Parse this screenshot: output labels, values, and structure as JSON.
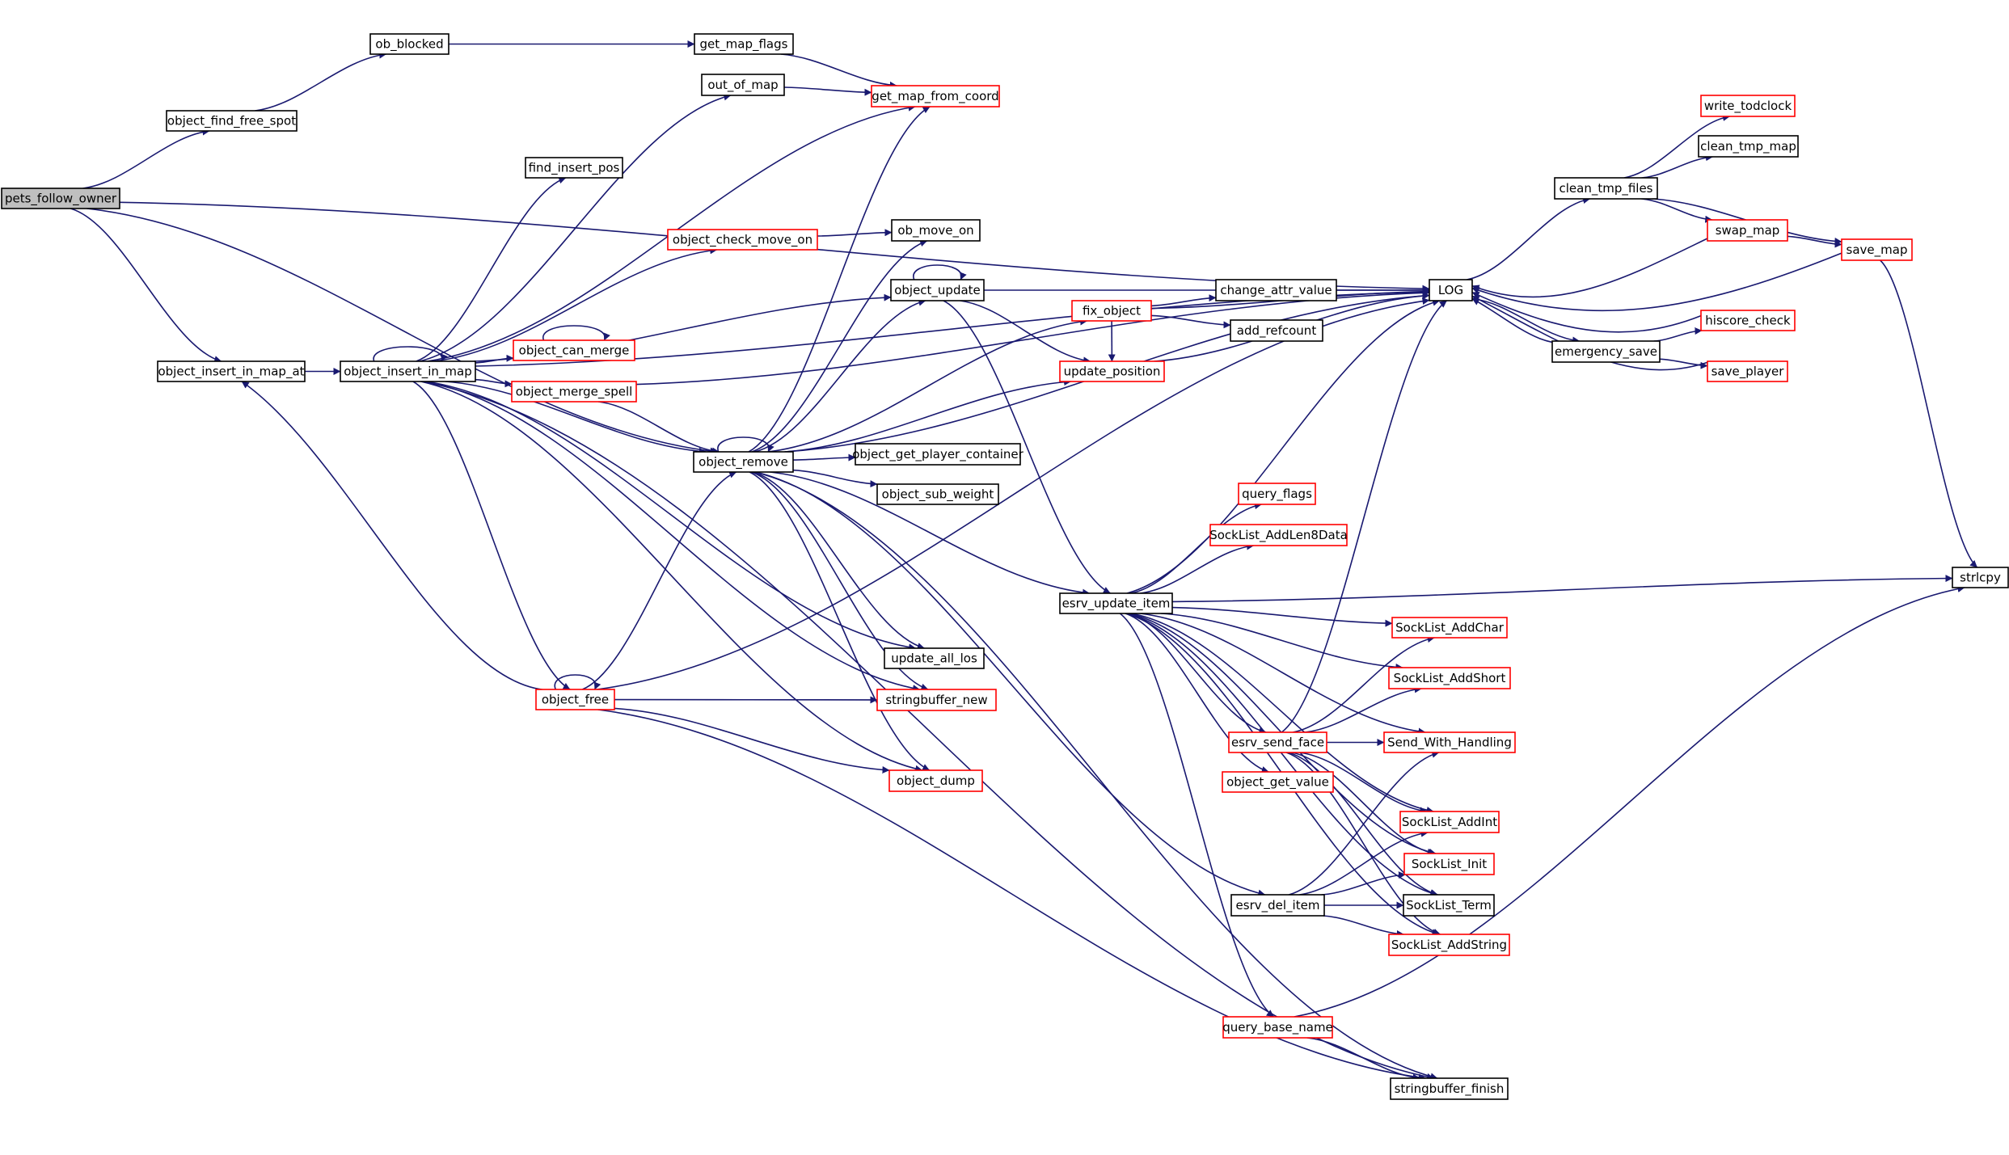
{
  "graph": {
    "nodes": [
      {
        "id": "pets_follow_owner",
        "label": "pets_follow_owner",
        "border": "root"
      },
      {
        "id": "object_find_free_spot",
        "label": "object_find_free_spot",
        "border": "black"
      },
      {
        "id": "ob_blocked",
        "label": "ob_blocked",
        "border": "black"
      },
      {
        "id": "get_map_flags",
        "label": "get_map_flags",
        "border": "black"
      },
      {
        "id": "get_map_from_coord",
        "label": "get_map_from_coord",
        "border": "red"
      },
      {
        "id": "out_of_map",
        "label": "out_of_map",
        "border": "black"
      },
      {
        "id": "find_insert_pos",
        "label": "find_insert_pos",
        "border": "black"
      },
      {
        "id": "object_check_move_on",
        "label": "object_check_move_on",
        "border": "red"
      },
      {
        "id": "ob_move_on",
        "label": "ob_move_on",
        "border": "black"
      },
      {
        "id": "object_update",
        "label": "object_update",
        "border": "black"
      },
      {
        "id": "object_can_merge",
        "label": "object_can_merge",
        "border": "red"
      },
      {
        "id": "object_insert_in_map_at",
        "label": "object_insert_in_map_at",
        "border": "black"
      },
      {
        "id": "object_insert_in_map",
        "label": "object_insert_in_map",
        "border": "black"
      },
      {
        "id": "object_merge_spell",
        "label": "object_merge_spell",
        "border": "red"
      },
      {
        "id": "object_remove",
        "label": "object_remove",
        "border": "black"
      },
      {
        "id": "object_get_player_container",
        "label": "object_get_player_container",
        "border": "black"
      },
      {
        "id": "object_sub_weight",
        "label": "object_sub_weight",
        "border": "black"
      },
      {
        "id": "update_all_los",
        "label": "update_all_los",
        "border": "black"
      },
      {
        "id": "object_free",
        "label": "object_free",
        "border": "red"
      },
      {
        "id": "stringbuffer_new",
        "label": "stringbuffer_new",
        "border": "red"
      },
      {
        "id": "object_dump",
        "label": "object_dump",
        "border": "red"
      },
      {
        "id": "fix_object",
        "label": "fix_object",
        "border": "red"
      },
      {
        "id": "change_attr_value",
        "label": "change_attr_value",
        "border": "black"
      },
      {
        "id": "add_refcount",
        "label": "add_refcount",
        "border": "black"
      },
      {
        "id": "update_position",
        "label": "update_position",
        "border": "red"
      },
      {
        "id": "LOG",
        "label": "LOG",
        "border": "black"
      },
      {
        "id": "query_flags",
        "label": "query_flags",
        "border": "red"
      },
      {
        "id": "SockList_AddLen8Data",
        "label": "SockList_AddLen8Data",
        "border": "red"
      },
      {
        "id": "esrv_update_item",
        "label": "esrv_update_item",
        "border": "black"
      },
      {
        "id": "SockList_AddChar",
        "label": "SockList_AddChar",
        "border": "red"
      },
      {
        "id": "SockList_AddShort",
        "label": "SockList_AddShort",
        "border": "red"
      },
      {
        "id": "esrv_send_face",
        "label": "esrv_send_face",
        "border": "red"
      },
      {
        "id": "Send_With_Handling",
        "label": "Send_With_Handling",
        "border": "red"
      },
      {
        "id": "object_get_value",
        "label": "object_get_value",
        "border": "red"
      },
      {
        "id": "SockList_AddInt",
        "label": "SockList_AddInt",
        "border": "red"
      },
      {
        "id": "SockList_Init",
        "label": "SockList_Init",
        "border": "red"
      },
      {
        "id": "esrv_del_item",
        "label": "esrv_del_item",
        "border": "black"
      },
      {
        "id": "SockList_Term",
        "label": "SockList_Term",
        "border": "black"
      },
      {
        "id": "SockList_AddString",
        "label": "SockList_AddString",
        "border": "red"
      },
      {
        "id": "query_base_name",
        "label": "query_base_name",
        "border": "red"
      },
      {
        "id": "stringbuffer_finish",
        "label": "stringbuffer_finish",
        "border": "black"
      },
      {
        "id": "write_todclock",
        "label": "write_todclock",
        "border": "red"
      },
      {
        "id": "clean_tmp_map",
        "label": "clean_tmp_map",
        "border": "black"
      },
      {
        "id": "clean_tmp_files",
        "label": "clean_tmp_files",
        "border": "black"
      },
      {
        "id": "swap_map",
        "label": "swap_map",
        "border": "red"
      },
      {
        "id": "save_map",
        "label": "save_map",
        "border": "red"
      },
      {
        "id": "hiscore_check",
        "label": "hiscore_check",
        "border": "red"
      },
      {
        "id": "emergency_save",
        "label": "emergency_save",
        "border": "black"
      },
      {
        "id": "save_player",
        "label": "save_player",
        "border": "red"
      },
      {
        "id": "strlcpy",
        "label": "strlcpy",
        "border": "black"
      }
    ],
    "edges": [
      [
        "pets_follow_owner",
        "LOG"
      ],
      [
        "pets_follow_owner",
        "object_find_free_spot"
      ],
      [
        "pets_follow_owner",
        "object_insert_in_map_at"
      ],
      [
        "pets_follow_owner",
        "object_remove"
      ],
      [
        "object_find_free_spot",
        "ob_blocked"
      ],
      [
        "ob_blocked",
        "get_map_flags"
      ],
      [
        "get_map_flags",
        "get_map_from_coord"
      ],
      [
        "out_of_map",
        "get_map_from_coord"
      ],
      [
        "object_insert_in_map_at",
        "object_insert_in_map"
      ],
      [
        "object_insert_in_map",
        "object_insert_in_map"
      ],
      [
        "object_insert_in_map",
        "out_of_map"
      ],
      [
        "object_insert_in_map",
        "get_map_from_coord"
      ],
      [
        "object_insert_in_map",
        "find_insert_pos"
      ],
      [
        "object_insert_in_map",
        "LOG"
      ],
      [
        "object_insert_in_map",
        "object_check_move_on"
      ],
      [
        "object_insert_in_map",
        "object_update"
      ],
      [
        "object_insert_in_map",
        "object_can_merge"
      ],
      [
        "object_insert_in_map",
        "object_merge_spell"
      ],
      [
        "object_insert_in_map",
        "object_remove"
      ],
      [
        "object_insert_in_map",
        "object_free"
      ],
      [
        "object_insert_in_map",
        "update_all_los"
      ],
      [
        "object_insert_in_map",
        "stringbuffer_new"
      ],
      [
        "object_insert_in_map",
        "object_dump"
      ],
      [
        "object_insert_in_map",
        "stringbuffer_finish"
      ],
      [
        "object_check_move_on",
        "ob_move_on"
      ],
      [
        "object_can_merge",
        "object_can_merge"
      ],
      [
        "object_merge_spell",
        "LOG"
      ],
      [
        "object_merge_spell",
        "object_remove"
      ],
      [
        "object_remove",
        "object_remove"
      ],
      [
        "object_remove",
        "get_map_from_coord"
      ],
      [
        "object_remove",
        "ob_move_on"
      ],
      [
        "object_remove",
        "object_update"
      ],
      [
        "object_remove",
        "fix_object"
      ],
      [
        "object_remove",
        "update_position"
      ],
      [
        "object_remove",
        "LOG"
      ],
      [
        "object_remove",
        "object_get_player_container"
      ],
      [
        "object_remove",
        "object_sub_weight"
      ],
      [
        "object_remove",
        "esrv_update_item"
      ],
      [
        "object_remove",
        "update_all_los"
      ],
      [
        "object_remove",
        "stringbuffer_new"
      ],
      [
        "object_remove",
        "object_dump"
      ],
      [
        "object_remove",
        "esrv_del_item"
      ],
      [
        "object_remove",
        "stringbuffer_finish"
      ],
      [
        "object_update",
        "object_update"
      ],
      [
        "object_update",
        "LOG"
      ],
      [
        "object_update",
        "update_position"
      ],
      [
        "object_update",
        "esrv_update_item"
      ],
      [
        "object_free",
        "object_free"
      ],
      [
        "object_free",
        "object_insert_in_map_at"
      ],
      [
        "object_free",
        "object_remove"
      ],
      [
        "object_free",
        "stringbuffer_new"
      ],
      [
        "object_free",
        "LOG"
      ],
      [
        "object_free",
        "object_dump"
      ],
      [
        "object_free",
        "stringbuffer_finish"
      ],
      [
        "fix_object",
        "LOG"
      ],
      [
        "fix_object",
        "change_attr_value"
      ],
      [
        "fix_object",
        "add_refcount"
      ],
      [
        "fix_object",
        "update_position"
      ],
      [
        "change_attr_value",
        "LOG"
      ],
      [
        "update_position",
        "LOG"
      ],
      [
        "esrv_update_item",
        "query_flags"
      ],
      [
        "esrv_update_item",
        "SockList_AddLen8Data"
      ],
      [
        "esrv_update_item",
        "LOG"
      ],
      [
        "esrv_update_item",
        "strlcpy"
      ],
      [
        "esrv_update_item",
        "SockList_AddChar"
      ],
      [
        "esrv_update_item",
        "SockList_AddShort"
      ],
      [
        "esrv_update_item",
        "esrv_send_face"
      ],
      [
        "esrv_update_item",
        "Send_With_Handling"
      ],
      [
        "esrv_update_item",
        "object_get_value"
      ],
      [
        "esrv_update_item",
        "SockList_AddInt"
      ],
      [
        "esrv_update_item",
        "SockList_Init"
      ],
      [
        "esrv_update_item",
        "SockList_Term"
      ],
      [
        "esrv_update_item",
        "SockList_AddString"
      ],
      [
        "esrv_update_item",
        "query_base_name"
      ],
      [
        "esrv_send_face",
        "LOG"
      ],
      [
        "esrv_send_face",
        "SockList_AddChar"
      ],
      [
        "esrv_send_face",
        "SockList_AddShort"
      ],
      [
        "esrv_send_face",
        "Send_With_Handling"
      ],
      [
        "esrv_send_face",
        "SockList_AddInt"
      ],
      [
        "esrv_send_face",
        "SockList_Init"
      ],
      [
        "esrv_send_face",
        "SockList_Term"
      ],
      [
        "esrv_send_face",
        "SockList_AddString"
      ],
      [
        "esrv_del_item",
        "Send_With_Handling"
      ],
      [
        "esrv_del_item",
        "SockList_AddInt"
      ],
      [
        "esrv_del_item",
        "SockList_Init"
      ],
      [
        "esrv_del_item",
        "SockList_Term"
      ],
      [
        "esrv_del_item",
        "SockList_AddString"
      ],
      [
        "query_base_name",
        "strlcpy"
      ],
      [
        "query_base_name",
        "stringbuffer_finish"
      ],
      [
        "LOG",
        "clean_tmp_files"
      ],
      [
        "LOG",
        "emergency_save"
      ],
      [
        "clean_tmp_files",
        "write_todclock"
      ],
      [
        "clean_tmp_files",
        "clean_tmp_map"
      ],
      [
        "clean_tmp_files",
        "swap_map"
      ],
      [
        "clean_tmp_files",
        "save_map"
      ],
      [
        "swap_map",
        "LOG"
      ],
      [
        "swap_map",
        "save_map"
      ],
      [
        "save_map",
        "LOG"
      ],
      [
        "save_map",
        "strlcpy"
      ],
      [
        "emergency_save",
        "LOG"
      ],
      [
        "emergency_save",
        "hiscore_check"
      ],
      [
        "emergency_save",
        "save_player"
      ],
      [
        "hiscore_check",
        "LOG"
      ],
      [
        "save_player",
        "LOG"
      ]
    ]
  }
}
